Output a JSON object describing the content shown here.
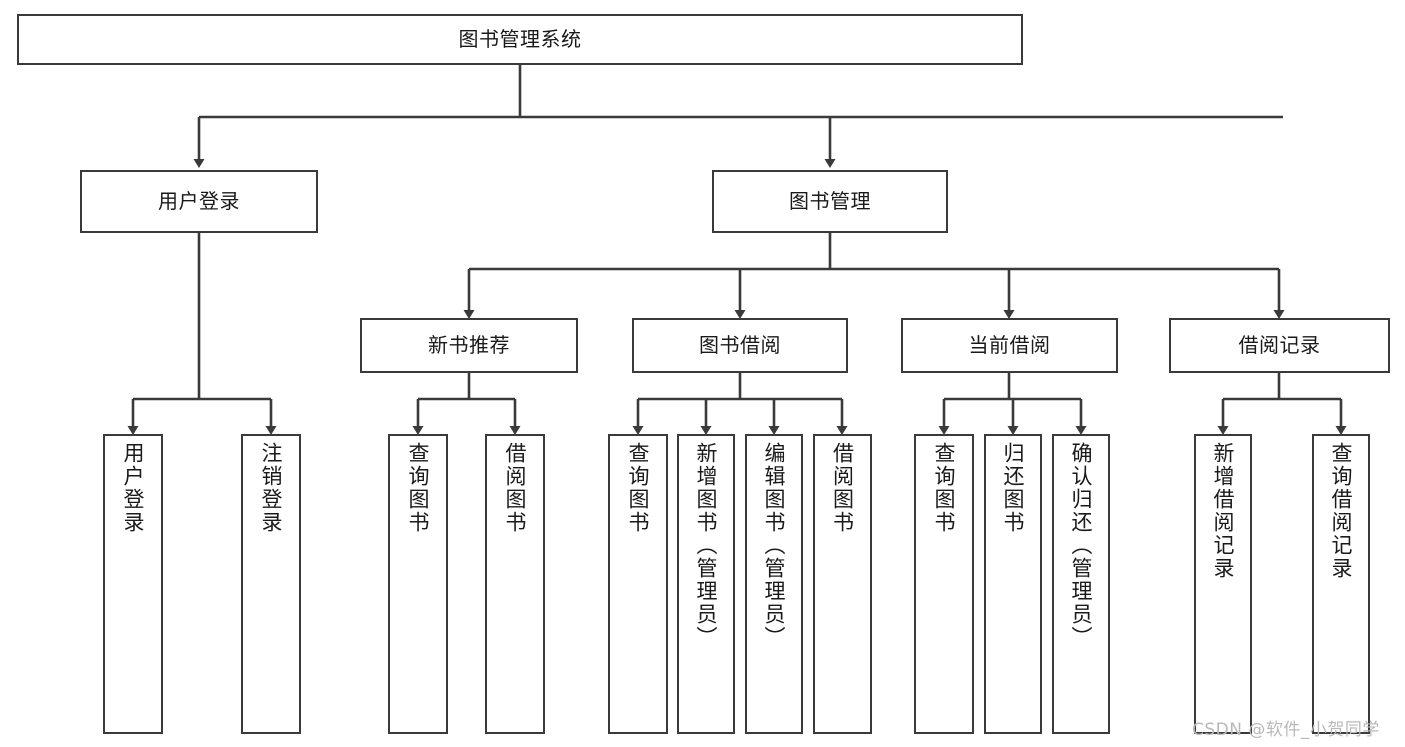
{
  "diagram": {
    "type": "tree-hierarchy",
    "title": "图书管理系统",
    "root": {
      "id": "root",
      "label": "图书管理系统"
    },
    "level2": [
      {
        "id": "user-login",
        "label": "用户登录"
      },
      {
        "id": "book-manage",
        "label": "图书管理"
      }
    ],
    "level3": [
      {
        "id": "new-book-recommend",
        "label": "新书推荐",
        "parent": "book-manage"
      },
      {
        "id": "book-borrow",
        "label": "图书借阅",
        "parent": "book-manage"
      },
      {
        "id": "current-borrow",
        "label": "当前借阅",
        "parent": "book-manage"
      },
      {
        "id": "borrow-record",
        "label": "借阅记录",
        "parent": "book-manage"
      }
    ],
    "leaves": {
      "user_login": [
        {
          "id": "leaf-user-login",
          "label": "用户登录"
        },
        {
          "id": "leaf-logout-login",
          "label": "注销登录"
        }
      ],
      "new_book_recommend": [
        {
          "id": "leaf-query-book-1",
          "label": "查询图书"
        },
        {
          "id": "leaf-borrow-book-1",
          "label": "借阅图书"
        }
      ],
      "book_borrow": [
        {
          "id": "leaf-query-book-2",
          "label": "查询图书"
        },
        {
          "id": "leaf-add-book",
          "label": "新增图书（管理员）"
        },
        {
          "id": "leaf-edit-book",
          "label": "编辑图书（管理员）"
        },
        {
          "id": "leaf-borrow-book-2",
          "label": "借阅图书"
        }
      ],
      "current_borrow": [
        {
          "id": "leaf-query-book-3",
          "label": "查询图书"
        },
        {
          "id": "leaf-return-book",
          "label": "归还图书"
        },
        {
          "id": "leaf-confirm-return",
          "label": "确认归还（管理员）"
        }
      ],
      "borrow_record": [
        {
          "id": "leaf-add-record",
          "label": "新增借阅记录"
        },
        {
          "id": "leaf-query-record",
          "label": "查询借阅记录"
        }
      ]
    }
  },
  "watermark": {
    "text": "CSDN @软件_小贺同学"
  },
  "colors": {
    "border": "#3a3a3a",
    "background": "#ffffff",
    "text": "#1a1a1a",
    "watermark": "#b9b9b9"
  }
}
